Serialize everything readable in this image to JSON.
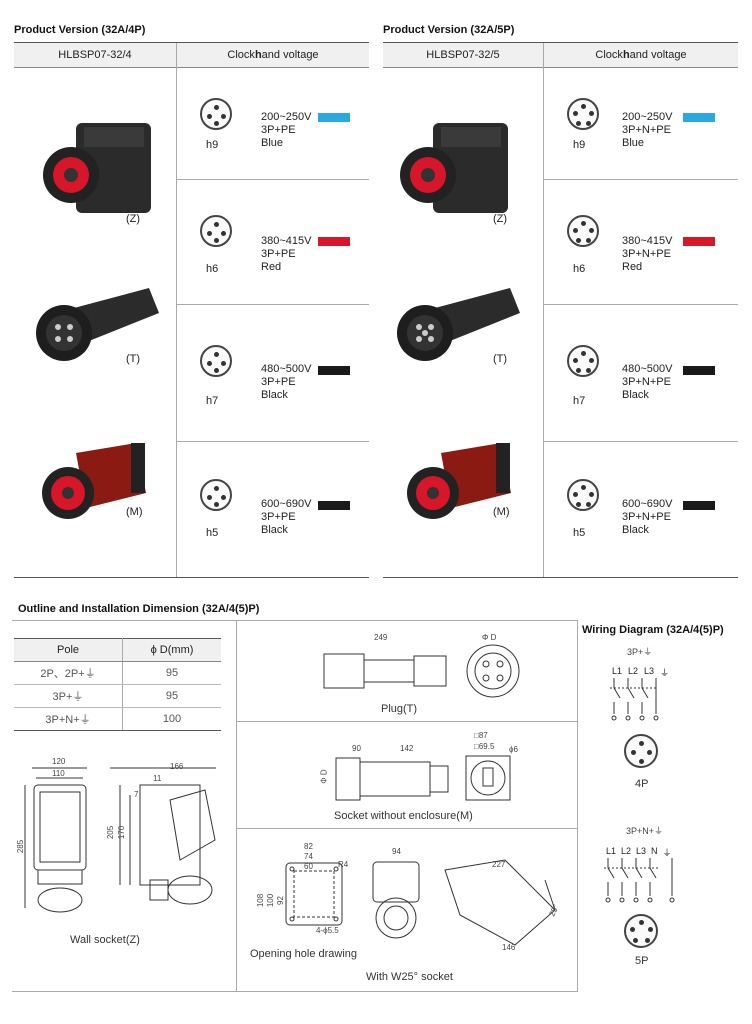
{
  "left_section": {
    "title": "Product Version (32A/4P)",
    "model": "HLBSP07-32/4",
    "clock_header_pre": "Clock ",
    "clock_header_bold": "h",
    "clock_header_post": " and voltage",
    "products": [
      "(Z)",
      "(T)",
      "(M)"
    ],
    "rows": [
      {
        "code": "h9",
        "voltage": "200~250V",
        "phase": "3P+PE",
        "color_name": "Blue",
        "color": "#2aa8e0"
      },
      {
        "code": "h6",
        "voltage": "380~415V",
        "phase": "3P+PE",
        "color_name": "Red",
        "color": "#d8162a"
      },
      {
        "code": "h7",
        "voltage": "480~500V",
        "phase": "3P+PE",
        "color_name": "Black",
        "color": "#1a1a1a"
      },
      {
        "code": "h5",
        "voltage": "600~690V",
        "phase": "3P+PE",
        "color_name": "Black",
        "color": "#1a1a1a"
      }
    ]
  },
  "right_section": {
    "title": "Product Version (32A/5P)",
    "model": "HLBSP07-32/5",
    "clock_header_pre": "Clock ",
    "clock_header_bold": "h",
    "clock_header_post": " and voltage",
    "products": [
      "(Z)",
      "(T)",
      "(M)"
    ],
    "rows": [
      {
        "code": "h9",
        "voltage": "200~250V",
        "phase": "3P+N+PE",
        "color_name": "Blue",
        "color": "#2aa8e0"
      },
      {
        "code": "h6",
        "voltage": "380~415V",
        "phase": "3P+N+PE",
        "color_name": "Red",
        "color": "#d8162a"
      },
      {
        "code": "h7",
        "voltage": "480~500V",
        "phase": "3P+N+PE",
        "color_name": "Black",
        "color": "#1a1a1a"
      },
      {
        "code": "h5",
        "voltage": "600~690V",
        "phase": "3P+N+PE",
        "color_name": "Black",
        "color": "#1a1a1a"
      }
    ]
  },
  "outline": {
    "title": "Outline and Installation Dimension (32A/4(5)P)",
    "table_headers": [
      "Pole",
      "ϕ D(mm)"
    ],
    "table_rows": [
      {
        "pole": "2P、2P+⏚",
        "d": "95"
      },
      {
        "pole": "3P+⏚",
        "d": "95"
      },
      {
        "pole": "3P+N+⏚",
        "d": "100"
      }
    ],
    "captions": {
      "plug": "Plug(T)",
      "socket": "Socket without enclosure(M)",
      "hole": "Opening hole drawing",
      "w25": "With W25° socket",
      "wall": "Wall socket(Z)"
    },
    "dims": {
      "plug_len": "249",
      "plug_d": "Φ D",
      "sock_90": "90",
      "sock_142": "142",
      "sock_87": "□87",
      "sock_695": "□69.5",
      "sock_phi6": "ϕ6",
      "sock_phid": "Φ D",
      "hole_82": "82",
      "hole_74": "74",
      "hole_60": "60",
      "hole_r4": "R4",
      "hole_108": "108",
      "hole_100": "100",
      "hole_92": "92",
      "hole_phi": "4-ϕ5.5",
      "w_94": "94",
      "w_227": "227",
      "w_146": "146",
      "w_25": "25°",
      "wall_120": "120",
      "wall_110": "110",
      "wall_166": "166",
      "wall_11": "11",
      "wall_7": "7",
      "wall_285": "285",
      "wall_205": "205",
      "wall_170": "170"
    }
  },
  "wiring": {
    "title": "Wiring Diagram (32A/4(5)P)",
    "top_label": "3P+⏚",
    "top_lines": [
      "L1",
      "L2",
      "L3",
      "⏚"
    ],
    "top_caption": "4P",
    "bottom_label": "3P+N+⏚",
    "bottom_lines": [
      "L1",
      "L2",
      "L3",
      "N",
      "⏚"
    ],
    "bottom_caption": "5P"
  }
}
